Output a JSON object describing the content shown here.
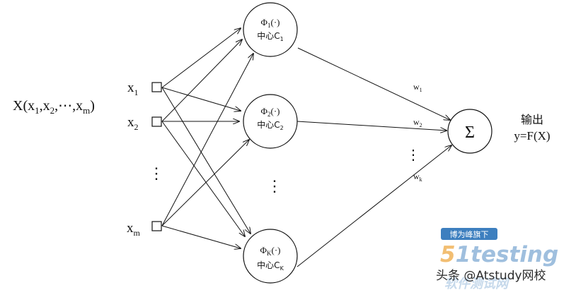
{
  "input_vector": {
    "main": "X(x",
    "parts": [
      {
        "t": "1",
        "sub": true
      },
      {
        "t": ",x",
        "sub": false
      },
      {
        "t": "2",
        "sub": true
      },
      {
        "t": ",⋯,x",
        "sub": false
      },
      {
        "t": "m",
        "sub": true
      },
      {
        "t": ")",
        "sub": false
      }
    ]
  },
  "inputs": [
    {
      "base": "x",
      "sub": "1"
    },
    {
      "base": "x",
      "sub": "2"
    },
    {
      "base": "x",
      "sub": "m"
    }
  ],
  "hidden": [
    {
      "phi": "Φ",
      "phi_sub": "1",
      "phi_arg": "(·)",
      "center": "中心C",
      "center_sub": "1"
    },
    {
      "phi": "Φ",
      "phi_sub": "2",
      "phi_arg": "(·)",
      "center": "中心C",
      "center_sub": "2"
    },
    {
      "phi": "Φ",
      "phi_sub": "K",
      "phi_arg": "(·)",
      "center": "中心C",
      "center_sub": "K"
    }
  ],
  "weights": [
    {
      "base": "w",
      "sub": "1"
    },
    {
      "base": "w",
      "sub": "2"
    },
    {
      "base": "w",
      "sub": "k"
    }
  ],
  "sum_symbol": "Σ",
  "ellipsis": "⋮",
  "output": {
    "label": "输出",
    "formula": "y=F(X)"
  },
  "watermark": {
    "tag": "博为峰旗下",
    "brand_five": "5",
    "brand": "1testing",
    "subtitle": "软件测试网",
    "credit": "头条 @Atstudy网校"
  }
}
